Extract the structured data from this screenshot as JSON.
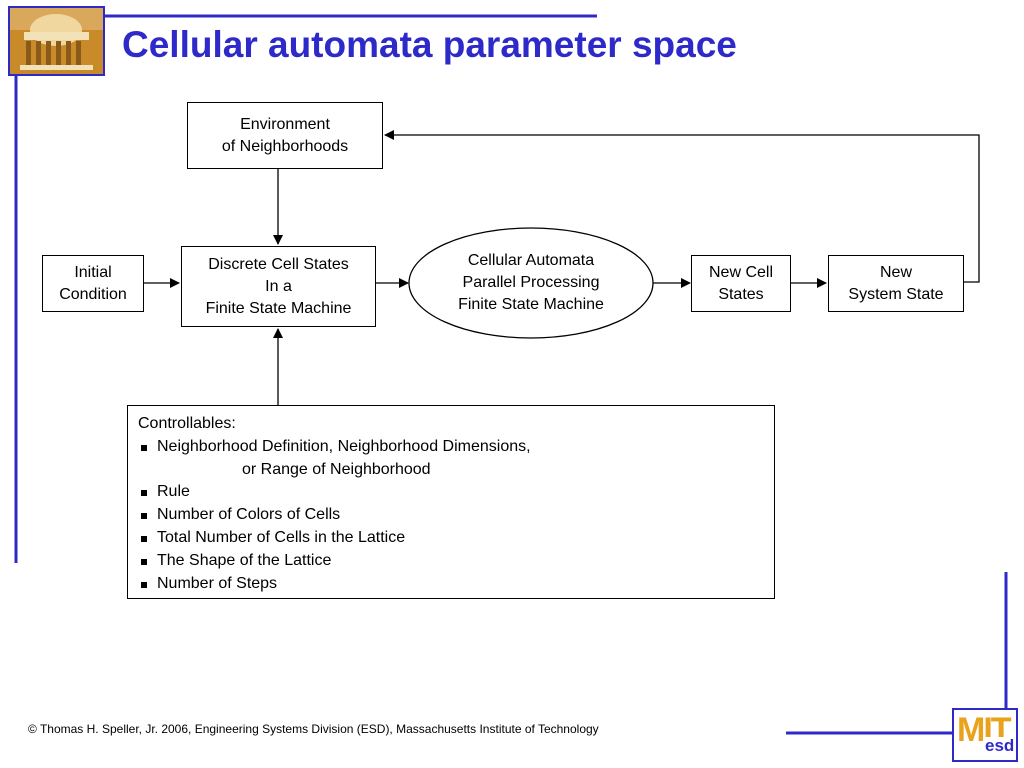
{
  "title": "Cellular automata parameter space",
  "footer": "© Thomas H. Speller, Jr. 2006, Engineering Systems Division (ESD), Massachusetts Institute of Technology",
  "nodes": {
    "environment": [
      "Environment",
      "of Neighborhoods"
    ],
    "initial_condition": [
      "Initial",
      "Condition"
    ],
    "discrete_cell_states": [
      "Discrete Cell States",
      "In a",
      "Finite State Machine"
    ],
    "cellular_automata": [
      "Cellular Automata",
      "Parallel Processing",
      "Finite State Machine"
    ],
    "new_cell_states": [
      "New Cell",
      "States"
    ],
    "new_system_state": [
      "New",
      "System State"
    ]
  },
  "controllables": {
    "heading": "Controllables:",
    "items": [
      {
        "line1": "Neighborhood Definition, Neighborhood Dimensions,",
        "line2": "or Range of Neighborhood"
      },
      {
        "line1": "Rule"
      },
      {
        "line1": "Number of Colors of Cells"
      },
      {
        "line1": "Total Number of Cells in the Lattice"
      },
      {
        "line1": "The Shape of the Lattice"
      },
      {
        "line1": "Number of Steps"
      }
    ]
  },
  "logo": {
    "mit_text": "MIT",
    "esd_text": "esd"
  },
  "colors": {
    "accent": "#2d2ac9",
    "logo_orange": "#e8a21c",
    "logo_gold": "#d8a64a"
  }
}
